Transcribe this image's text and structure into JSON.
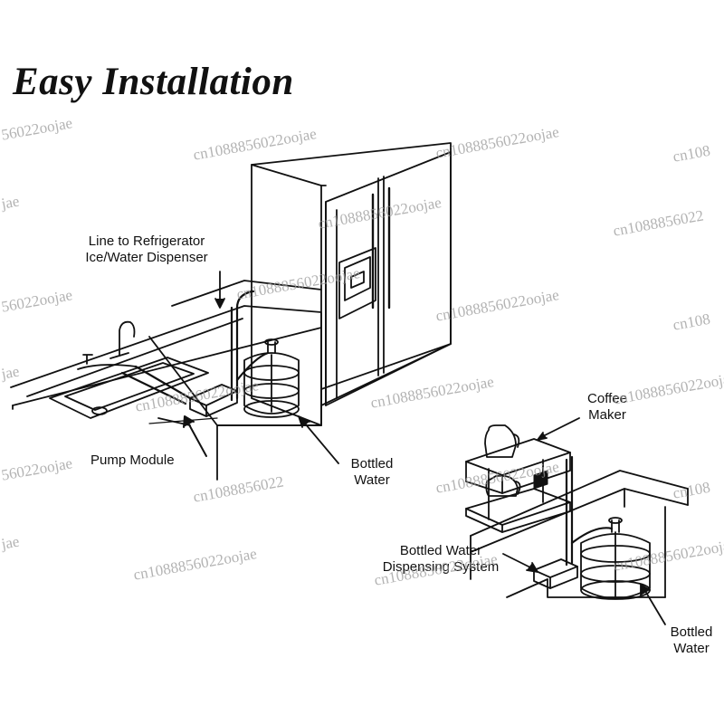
{
  "title": "Easy Installation",
  "labels": {
    "line_to_fridge_1": "Line to Refrigerator",
    "line_to_fridge_2": "Ice/Water Dispenser",
    "pump_module": "Pump Module",
    "bottled_water_left_1": "Bottled",
    "bottled_water_left_2": "Water",
    "coffee_maker_1": "Coffee",
    "coffee_maker_2": "Maker",
    "dispensing_system_1": "Bottled Water",
    "dispensing_system_2": "Dispensing System",
    "bottled_water_right_1": "Bottled",
    "bottled_water_right_2": "Water"
  },
  "watermarks": [
    "56022oojae",
    "cn1088856022oojae",
    "cn1088856022oojae",
    "cn108",
    "jae",
    "cn1088856022oojae",
    "cn1088856022oojae",
    "cn1088856022",
    "56022oojae",
    "cn1088856022oojae",
    "cn1088856022oojae",
    "cn108",
    "jae",
    "cn1088856022oojae",
    "cn1088856022oojae",
    "cn1088856022",
    "56022oojae",
    "cn1088856022oojae",
    "cn1088856022oojae",
    "cn108",
    "jae",
    "cn1088856022oojae",
    "cn1088856022oojae"
  ]
}
